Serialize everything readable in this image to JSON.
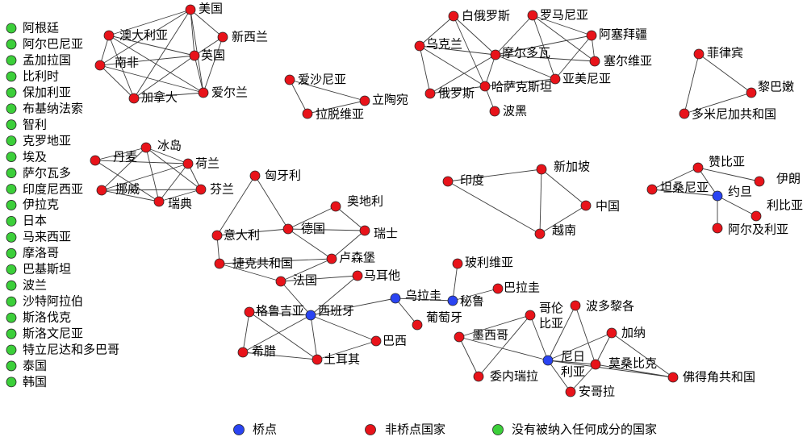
{
  "categories": [
    {
      "label": "桥点",
      "color": "#2a44f2",
      "nodes": [
        "西班牙",
        "乌拉圭",
        "秘鲁",
        "约旦",
        "尼日利亚"
      ]
    },
    {
      "label": "非桥点国家",
      "color": "#e8131a",
      "nodes": [
        "美国",
        "澳大利亚",
        "新西兰",
        "南非",
        "英国",
        "加拿大",
        "爱尔兰",
        "爱沙尼亚",
        "立陶宛",
        "拉脱维亚",
        "白俄罗斯",
        "罗马尼亚",
        "乌克兰",
        "阿塞拜疆",
        "摩尔多瓦",
        "塞尔维亚",
        "哈萨克斯坦",
        "亚美尼亚",
        "俄罗斯",
        "波黑",
        "菲律宾",
        "黎巴嫩",
        "多米尼加共和国",
        "冰岛",
        "丹麦",
        "荷兰",
        "挪威",
        "芬兰",
        "瑞典",
        "匈牙利",
        "奥地利",
        "意大利",
        "德国",
        "瑞士",
        "捷克共和国",
        "卢森堡",
        "法国",
        "马耳他",
        "格鲁吉亚",
        "玻利维亚",
        "巴拉圭",
        "葡萄牙",
        "希腊",
        "巴西",
        "土耳其",
        "印度",
        "新加坡",
        "中国",
        "越南",
        "赞比亚",
        "伊朗",
        "坦桑尼亚",
        "利比亚",
        "阿尔及利亚",
        "哥伦比亚",
        "波多黎各",
        "墨西哥",
        "加纳",
        "莫桑比克",
        "委内瑞拉",
        "佛得角共和国",
        "安哥拉"
      ]
    },
    {
      "label": "没有被纳入任何成分的国家",
      "color": "#3ccf3a",
      "nodes": [
        "阿根廷",
        "阿尔巴尼亚",
        "孟加拉国",
        "比利时",
        "保加利亚",
        "布基纳法索",
        "智利",
        "克罗地亚",
        "埃及",
        "萨尔瓦多",
        "印度尼西亚",
        "伊拉克",
        "日本",
        "马来西亚",
        "摩洛哥",
        "巴基斯坦",
        "波兰",
        "沙特阿拉伯",
        "斯洛伐克",
        "斯洛文尼亚",
        "特立尼达和多巴哥",
        "泰国",
        "韩国"
      ]
    }
  ],
  "edges": [
    [
      "美国",
      "澳大利亚"
    ],
    [
      "美国",
      "新西兰"
    ],
    [
      "美国",
      "英国"
    ],
    [
      "美国",
      "加拿大"
    ],
    [
      "美国",
      "爱尔兰"
    ],
    [
      "美国",
      "南非"
    ],
    [
      "澳大利亚",
      "南非"
    ],
    [
      "澳大利亚",
      "英国"
    ],
    [
      "澳大利亚",
      "爱尔兰"
    ],
    [
      "澳大利亚",
      "加拿大"
    ],
    [
      "南非",
      "英国"
    ],
    [
      "南非",
      "爱尔兰"
    ],
    [
      "南非",
      "加拿大"
    ],
    [
      "英国",
      "新西兰"
    ],
    [
      "英国",
      "加拿大"
    ],
    [
      "英国",
      "爱尔兰"
    ],
    [
      "新西兰",
      "爱尔兰"
    ],
    [
      "加拿大",
      "爱尔兰"
    ],
    [
      "爱沙尼亚",
      "立陶宛"
    ],
    [
      "爱沙尼亚",
      "拉脱维亚"
    ],
    [
      "立陶宛",
      "拉脱维亚"
    ],
    [
      "白俄罗斯",
      "乌克兰"
    ],
    [
      "白俄罗斯",
      "摩尔多瓦"
    ],
    [
      "白俄罗斯",
      "哈萨克斯坦"
    ],
    [
      "乌克兰",
      "摩尔多瓦"
    ],
    [
      "乌克兰",
      "俄罗斯"
    ],
    [
      "乌克兰",
      "哈萨克斯坦"
    ],
    [
      "罗马尼亚",
      "摩尔多瓦"
    ],
    [
      "罗马尼亚",
      "阿塞拜疆"
    ],
    [
      "罗马尼亚",
      "塞尔维亚"
    ],
    [
      "罗马尼亚",
      "亚美尼亚"
    ],
    [
      "摩尔多瓦",
      "阿塞拜疆"
    ],
    [
      "摩尔多瓦",
      "塞尔维亚"
    ],
    [
      "摩尔多瓦",
      "哈萨克斯坦"
    ],
    [
      "摩尔多瓦",
      "俄罗斯"
    ],
    [
      "摩尔多瓦",
      "亚美尼亚"
    ],
    [
      "阿塞拜疆",
      "塞尔维亚"
    ],
    [
      "阿塞拜疆",
      "亚美尼亚"
    ],
    [
      "哈萨克斯坦",
      "俄罗斯"
    ],
    [
      "哈萨克斯坦",
      "波黑"
    ],
    [
      "哈萨克斯坦",
      "亚美尼亚"
    ],
    [
      "菲律宾",
      "黎巴嫩"
    ],
    [
      "菲律宾",
      "多米尼加共和国"
    ],
    [
      "黎巴嫩",
      "多米尼加共和国"
    ],
    [
      "冰岛",
      "丹麦"
    ],
    [
      "冰岛",
      "荷兰"
    ],
    [
      "冰岛",
      "挪威"
    ],
    [
      "冰岛",
      "瑞典"
    ],
    [
      "冰岛",
      "芬兰"
    ],
    [
      "丹麦",
      "荷兰"
    ],
    [
      "丹麦",
      "瑞典"
    ],
    [
      "荷兰",
      "挪威"
    ],
    [
      "荷兰",
      "芬兰"
    ],
    [
      "荷兰",
      "瑞典"
    ],
    [
      "挪威",
      "瑞典"
    ],
    [
      "芬兰",
      "瑞典"
    ],
    [
      "挪威",
      "芬兰"
    ],
    [
      "匈牙利",
      "意大利"
    ],
    [
      "匈牙利",
      "德国"
    ],
    [
      "意大利",
      "德国"
    ],
    [
      "意大利",
      "捷克共和国"
    ],
    [
      "德国",
      "奥地利"
    ],
    [
      "德国",
      "瑞士"
    ],
    [
      "德国",
      "卢森堡"
    ],
    [
      "奥地利",
      "瑞士"
    ],
    [
      "瑞士",
      "卢森堡"
    ],
    [
      "捷克共和国",
      "卢森堡"
    ],
    [
      "捷克共和国",
      "法国"
    ],
    [
      "法国",
      "卢森堡"
    ],
    [
      "法国",
      "马耳他"
    ],
    [
      "法国",
      "西班牙"
    ],
    [
      "马耳他",
      "西班牙"
    ],
    [
      "格鲁吉亚",
      "西班牙"
    ],
    [
      "格鲁吉亚",
      "希腊"
    ],
    [
      "格鲁吉亚",
      "土耳其"
    ],
    [
      "希腊",
      "西班牙"
    ],
    [
      "希腊",
      "土耳其"
    ],
    [
      "西班牙",
      "土耳其"
    ],
    [
      "西班牙",
      "巴西"
    ],
    [
      "西班牙",
      "乌拉圭"
    ],
    [
      "土耳其",
      "巴西"
    ],
    [
      "乌拉圭",
      "葡萄牙"
    ],
    [
      "乌拉圭",
      "秘鲁"
    ],
    [
      "秘鲁",
      "玻利维亚"
    ],
    [
      "秘鲁",
      "巴拉圭"
    ],
    [
      "印度",
      "新加坡"
    ],
    [
      "印度",
      "越南"
    ],
    [
      "新加坡",
      "中国"
    ],
    [
      "新加坡",
      "越南"
    ],
    [
      "中国",
      "越南"
    ],
    [
      "赞比亚",
      "伊朗"
    ],
    [
      "赞比亚",
      "坦桑尼亚"
    ],
    [
      "赞比亚",
      "约旦"
    ],
    [
      "坦桑尼亚",
      "约旦"
    ],
    [
      "约旦",
      "利比亚"
    ],
    [
      "约旦",
      "阿尔及利亚"
    ],
    [
      "墨西哥",
      "哥伦比亚"
    ],
    [
      "墨西哥",
      "尼日利亚"
    ],
    [
      "墨西哥",
      "委内瑞拉"
    ],
    [
      "哥伦比亚",
      "委内瑞拉"
    ],
    [
      "哥伦比亚",
      "尼日利亚"
    ],
    [
      "尼日利亚",
      "波多黎各"
    ],
    [
      "尼日利亚",
      "加纳"
    ],
    [
      "尼日利亚",
      "莫桑比克"
    ],
    [
      "尼日利亚",
      "安哥拉"
    ],
    [
      "尼日利亚",
      "佛得角共和国"
    ],
    [
      "波多黎各",
      "莫桑比克"
    ],
    [
      "加纳",
      "莫桑比克"
    ],
    [
      "加纳",
      "佛得角共和国"
    ],
    [
      "莫桑比克",
      "佛得角共和国"
    ],
    [
      "莫桑比克",
      "安哥拉"
    ]
  ]
}
